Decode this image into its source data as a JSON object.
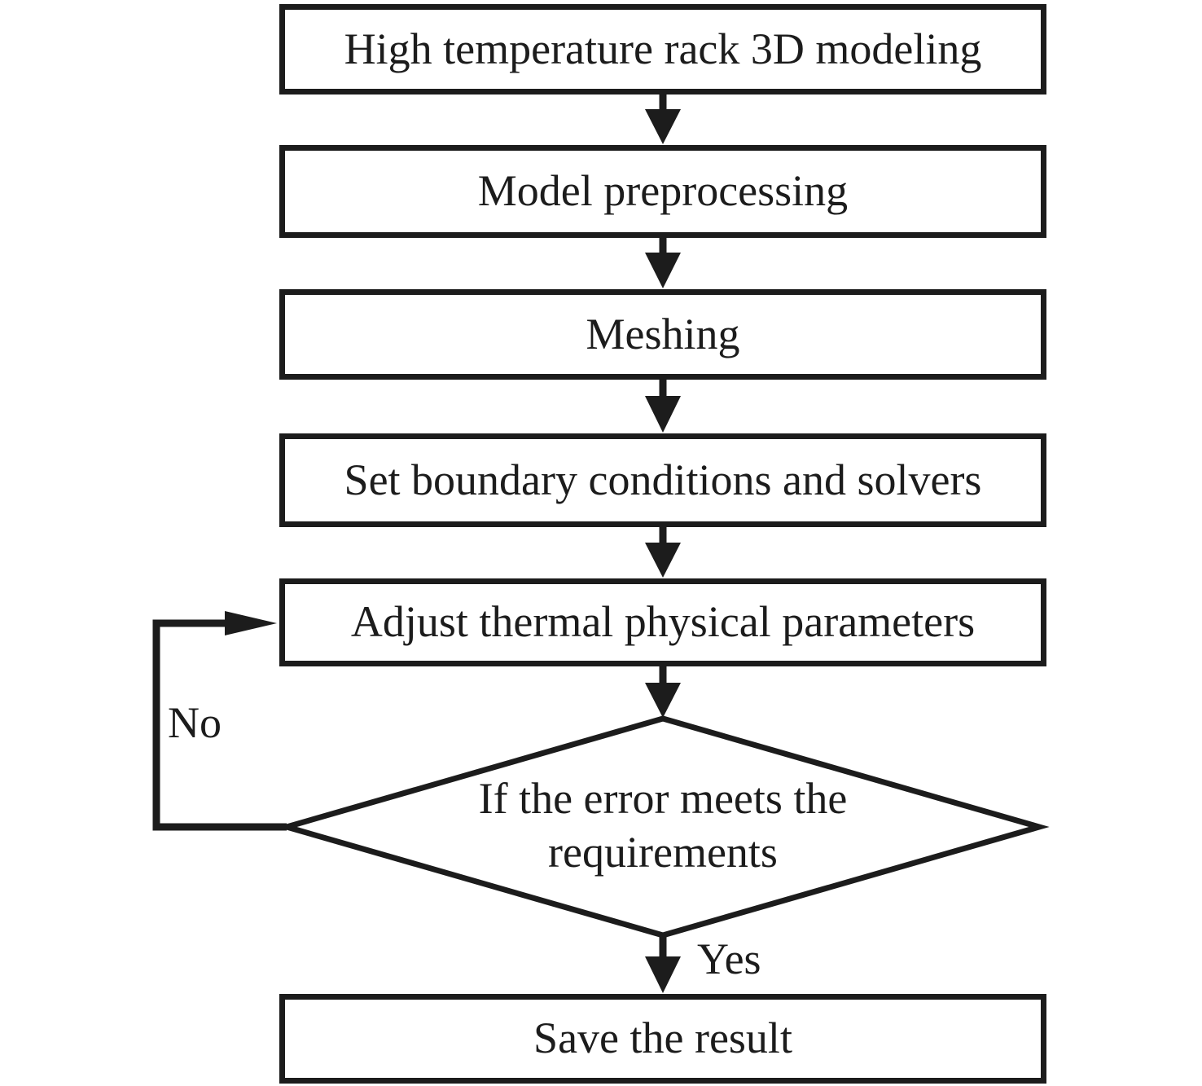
{
  "figure": {
    "background_color": "#ffffff",
    "stroke_color": "#1c1c1c",
    "text_color": "#1c1c1c"
  },
  "flowchart": {
    "nodes": [
      {
        "id": "modeling",
        "shape": "process",
        "label": "High temperature rack 3D modeling"
      },
      {
        "id": "preprocessing",
        "shape": "process",
        "label": "Model preprocessing"
      },
      {
        "id": "meshing",
        "shape": "process",
        "label": "Meshing"
      },
      {
        "id": "boundary",
        "shape": "process",
        "label": "Set boundary conditions and solvers"
      },
      {
        "id": "adjust",
        "shape": "process",
        "label": "Adjust thermal physical parameters"
      },
      {
        "id": "decision",
        "shape": "decision",
        "label": "If the error meets the requirements"
      },
      {
        "id": "save",
        "shape": "process",
        "label": "Save the result"
      }
    ],
    "edges": [
      {
        "from": "modeling",
        "to": "preprocessing",
        "label": ""
      },
      {
        "from": "preprocessing",
        "to": "meshing",
        "label": ""
      },
      {
        "from": "meshing",
        "to": "boundary",
        "label": ""
      },
      {
        "from": "boundary",
        "to": "adjust",
        "label": ""
      },
      {
        "from": "adjust",
        "to": "decision",
        "label": ""
      },
      {
        "from": "decision",
        "to": "save",
        "label": "Yes"
      },
      {
        "from": "decision",
        "to": "adjust",
        "label": "No"
      }
    ]
  }
}
